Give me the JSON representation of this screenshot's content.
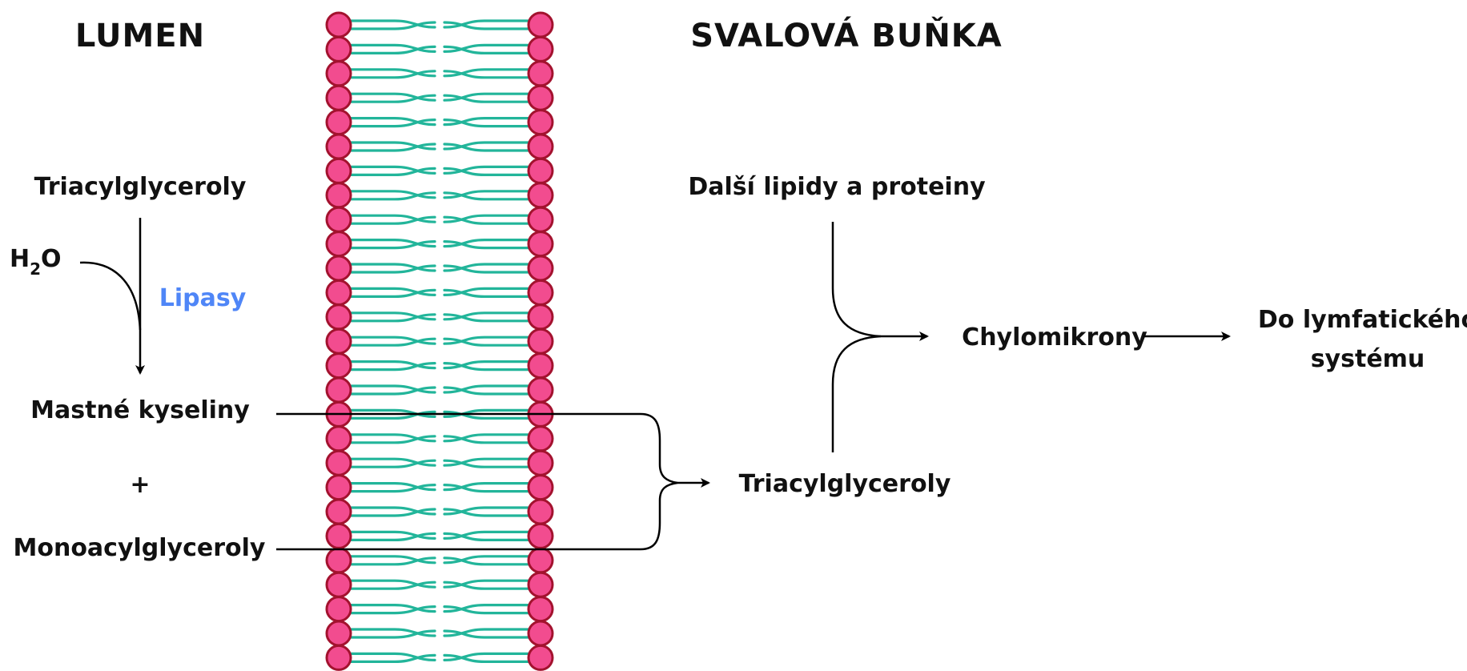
{
  "headings": {
    "lumen": "LUMEN",
    "muscle_cell": "SVALOVÁ BUŇKA"
  },
  "lumen_side": {
    "triacylglycerols": "Triacylglyceroly",
    "water": {
      "base": "H",
      "subscript": "2",
      "tail": "O"
    },
    "enzyme": "Lipasy",
    "fatty_acids": "Mastné kyseliny",
    "plus": "+",
    "monoacylglycerols": "Monoacylglyceroly"
  },
  "cell_side": {
    "other_lipids_proteins": "Další lipidy a proteiny",
    "triacylglycerols": "Triacylglyceroly",
    "chylomicrons": "Chylomikrony",
    "destination_line1": "Do lymfatického",
    "destination_line2": "systému"
  },
  "colors": {
    "phospholipid_head": "#f24c8f",
    "phospholipid_head_outline": "#a3122e",
    "lipid_tail": "#22b59a",
    "enzyme_label": "#4f86f7"
  }
}
